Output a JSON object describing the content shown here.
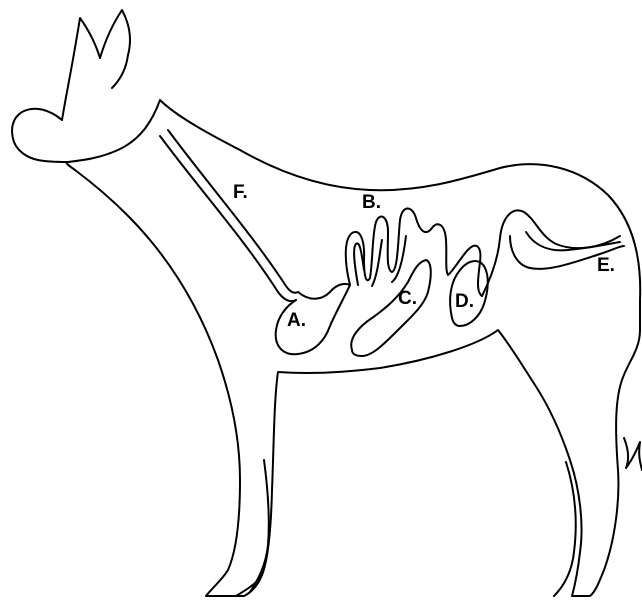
{
  "diagram": {
    "labels": {
      "a": "A.",
      "b": "B.",
      "c": "C.",
      "d": "D.",
      "e": "E.",
      "f": "F."
    },
    "colors": {
      "line": "#000000",
      "background": "#ffffff"
    }
  }
}
